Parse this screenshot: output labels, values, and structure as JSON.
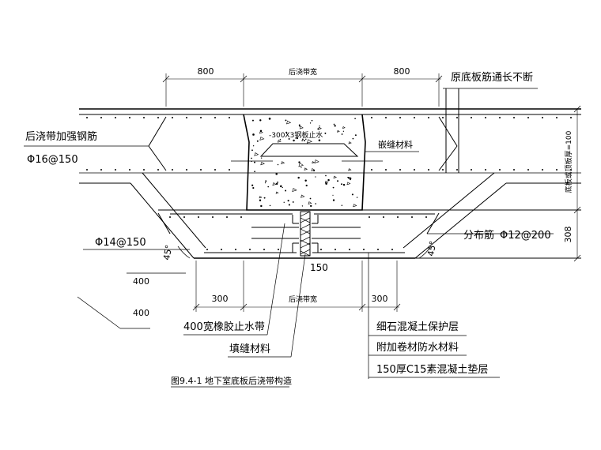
{
  "dimensions": {
    "top_left": "800",
    "top_middle": "后浇带宽",
    "top_right": "800",
    "bottom_left": "300",
    "bottom_middle": "后浇带宽",
    "bottom_right": "300",
    "right_upper": "底板或顶板厚=100",
    "right_lower": "308",
    "waterstop_width": "150"
  },
  "labels": {
    "top_rebar": "原底板筋通长不断",
    "reinforcement": "后浇带加强钢筋",
    "reinforcement_spec": "Φ16@150",
    "steel_plate": "-300X3钢板止水",
    "caulk_top": "嵌缝材料",
    "left_rebar": "Φ14@150",
    "distribution_rebar": "分布筋",
    "distribution_spec": "Φ12@200",
    "angle_left": "45°",
    "angle_right": "45°",
    "left_dim_1": "400",
    "left_dim_2": "400",
    "rubber_waterstop": "400宽橡胶止水带",
    "filler": "填缝材料",
    "title": "图9.4-1  地下室底板后浇带构造"
  },
  "legend": {
    "items": [
      "细石混凝土保护层",
      "附加卷材防水材料",
      "150厚C15素混凝土垫层"
    ]
  }
}
